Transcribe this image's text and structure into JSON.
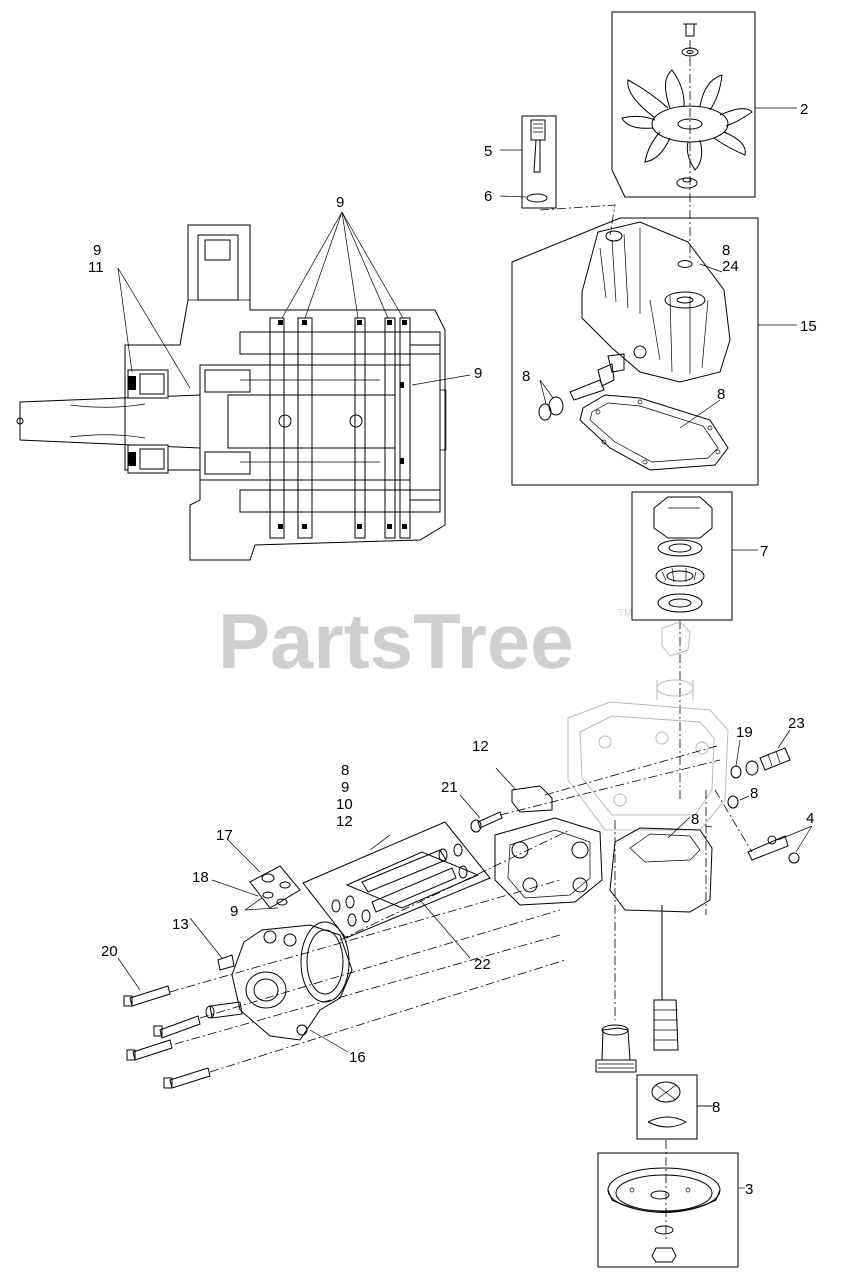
{
  "watermark": {
    "text": "PartsTree",
    "tm": "TM"
  },
  "callouts": {
    "c2": "2",
    "c3": "3",
    "c4": "4",
    "c5": "5",
    "c6": "6",
    "c7": "7",
    "c8a": "8",
    "c24": "24",
    "c8b": "8",
    "c8c": "8",
    "c8d": "8",
    "c8e": "8",
    "c8f": "8",
    "c8g": "8",
    "c9top": "9",
    "c9left": "9",
    "c11": "11",
    "c9right": "9",
    "c9stack": "9",
    "c9b": "9",
    "c10": "10",
    "c12stack": "12",
    "c12": "12",
    "c13": "13",
    "c15": "15",
    "c16": "16",
    "c17": "17",
    "c18": "18",
    "c19": "19",
    "c20": "20",
    "c21": "21",
    "c22": "22",
    "c23": "23"
  }
}
